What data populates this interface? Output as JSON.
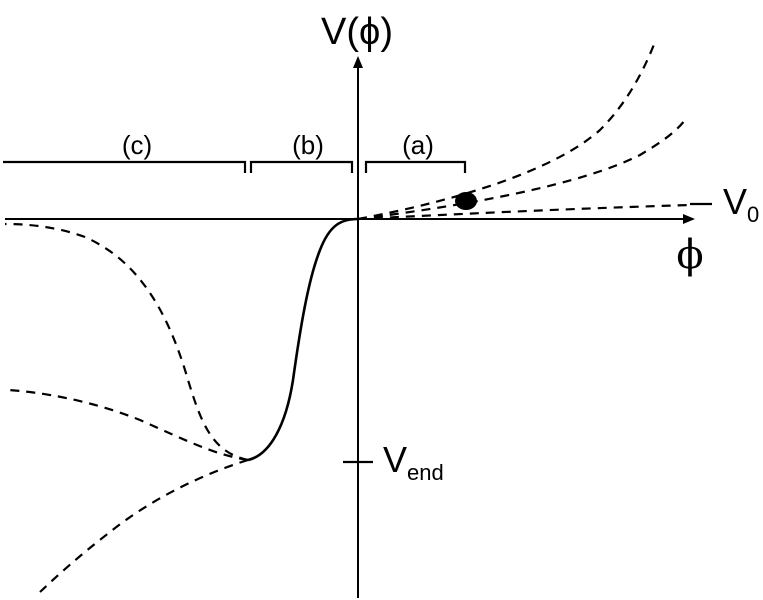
{
  "diagram": {
    "y_axis_label": "V(ϕ)",
    "x_axis_label": "ϕ",
    "regions": [
      {
        "key": "a",
        "label": "(a)"
      },
      {
        "key": "b",
        "label": "(b)"
      },
      {
        "key": "c",
        "label": "(c)"
      }
    ],
    "v0_label": {
      "main": "V",
      "sub": "0"
    },
    "vend_label": {
      "main": "V",
      "sub": "end"
    },
    "colors": {
      "ink": "#000000",
      "background": "#ffffff"
    }
  }
}
